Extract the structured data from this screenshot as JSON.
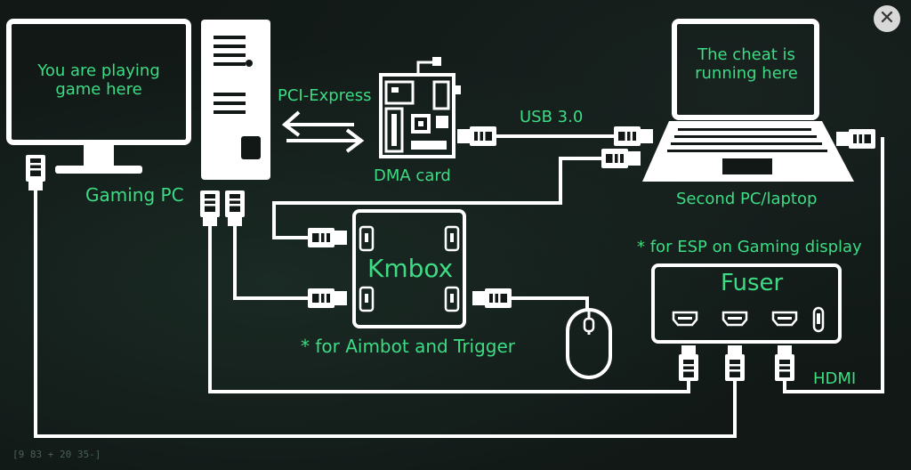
{
  "labels": {
    "gaming_screen": "You are playing game here",
    "pci_express": "PCI-Express",
    "usb": "USB 3.0",
    "laptop_screen": "The cheat is running here",
    "gaming_pc": "Gaming PC",
    "dma_card": "DMA card",
    "second_pc": "Second PC/laptop",
    "esp_note": "* for ESP on Gaming display",
    "kmbox": "Kmbox",
    "fuser": "Fuser",
    "aimbot_note": "* for Aimbot and Trigger",
    "hdmi": "HDMI",
    "corner_code": "[9 83 + 20 35-]"
  },
  "close_glyph": "✕",
  "colors": {
    "accent": "#3ddc84",
    "line": "#ffffff",
    "background": "#111816"
  },
  "icons": [
    "monitor-icon",
    "pc-tower-icon",
    "dma-card-icon",
    "laptop-icon",
    "kmbox-icon",
    "fuser-icon",
    "mouse-icon",
    "usb-plug-icon",
    "hdmi-plug-icon",
    "close-icon"
  ]
}
